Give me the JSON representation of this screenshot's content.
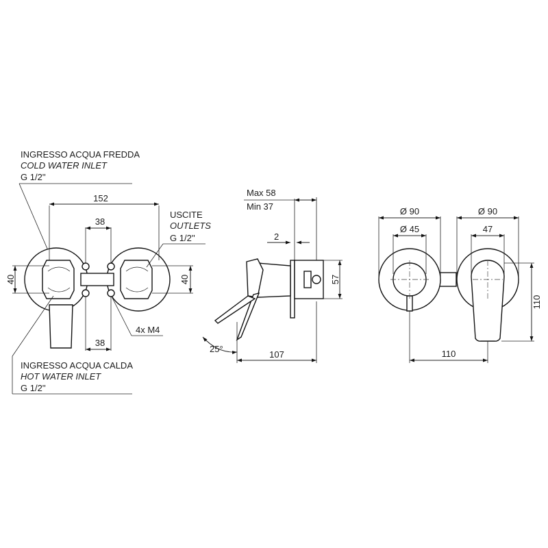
{
  "front_view": {
    "cold_inlet": {
      "it": "INGRESSO ACQUA FREDDA",
      "en": "COLD WATER INLET",
      "thread": "G 1/2''"
    },
    "hot_inlet": {
      "it": "INGRESSO ACQUA CALDA",
      "en": "HOT WATER INLET",
      "thread": "G 1/2''"
    },
    "outlets": {
      "it": "USCITE",
      "en": "OUTLETS",
      "thread": "G 1/2''"
    },
    "screws": "4x M4",
    "dim_width": "152",
    "dim_top_spacing": "38",
    "dim_bottom_spacing": "38",
    "dim_left_height": "40",
    "dim_right_height": "40"
  },
  "side_view": {
    "depth_max": "Max 58",
    "depth_min": "Min 37",
    "plate_thickness": "2",
    "height": "57",
    "total_depth": "107",
    "lever_angle": "25°"
  },
  "trim_view": {
    "left_plate_diameter": "Ø 90",
    "right_plate_diameter": "Ø 90",
    "knob_diameter": "Ø 45",
    "lever_width": "47",
    "height": "110",
    "centers": "110"
  }
}
